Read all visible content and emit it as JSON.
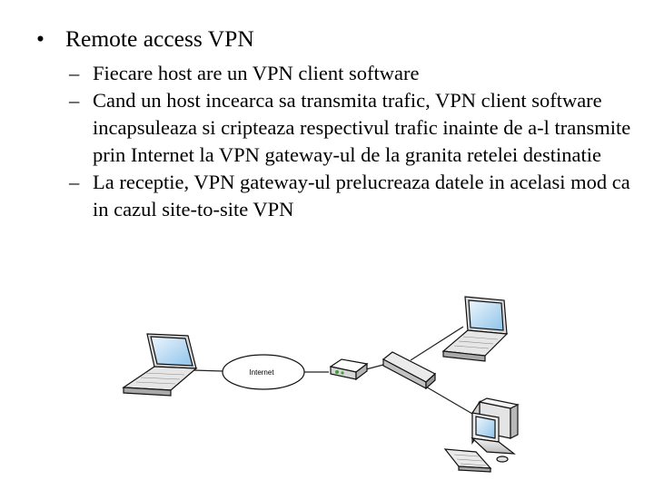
{
  "slide": {
    "bullet_mark": "•",
    "sub_mark": "–",
    "bullets": [
      {
        "text": "Remote access VPN",
        "sub": [
          "Fiecare host are un VPN client software",
          "Cand un host incearca sa transmita trafic, VPN client software incapsuleaza si cripteaza respectivul trafic inainte de a-l transmite prin Internet la VPN gateway-ul de la granita retelei destinatie",
          "La receptie, VPN gateway-ul prelucreaza datele in acelasi mod ca in cazul site-to-site VPN"
        ]
      }
    ]
  },
  "diagram": {
    "cloud_label": "Internet",
    "nodes": [
      "laptop-remote-client",
      "internet-cloud",
      "vpn-gateway-router",
      "network-switch",
      "laptop-destination",
      "desktop-destination"
    ]
  }
}
